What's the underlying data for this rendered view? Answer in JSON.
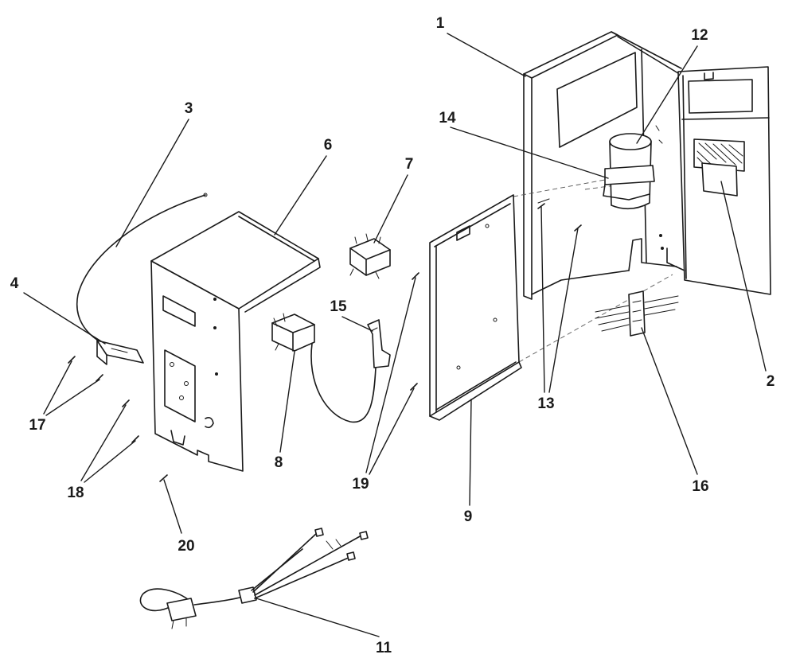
{
  "callouts": [
    "1",
    "2",
    "3",
    "4",
    "6",
    "7",
    "8",
    "9",
    "11",
    "12",
    "13",
    "14",
    "15",
    "16",
    "17",
    "18",
    "19",
    "20"
  ],
  "colors": {
    "line": "#1a1a1a",
    "background": "#ffffff"
  }
}
